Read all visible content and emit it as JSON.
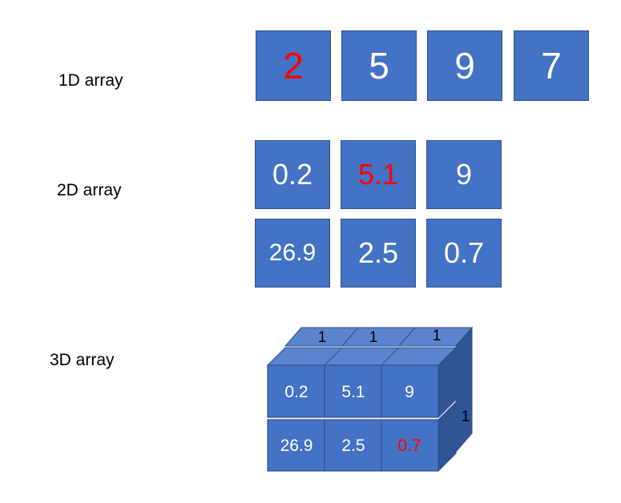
{
  "labels": {
    "one_d": "1D array",
    "two_d": "2D array",
    "three_d": "3D array"
  },
  "array_1d": {
    "values": [
      "2",
      "5",
      "9",
      "7"
    ],
    "highlight_index": 0
  },
  "array_2d": {
    "rows": [
      [
        "0.2",
        "5.1",
        "9"
      ],
      [
        "26.9",
        "2.5",
        "0.7"
      ]
    ],
    "highlight": [
      0,
      1
    ]
  },
  "array_3d": {
    "front_rows": [
      [
        "0.2",
        "5.1",
        "9"
      ],
      [
        "26.9",
        "2.5",
        "0.7"
      ]
    ],
    "highlight": [
      1,
      2
    ],
    "top_values": [
      "1",
      "1",
      "1"
    ],
    "side_value": "1"
  },
  "colors": {
    "cell_fill": "#4472c4",
    "cell_border": "#2f528f",
    "top_fill": "#5b84cf",
    "side_fill": "#2f5597",
    "value_text": "#ffffff",
    "highlight_text": "#ff0000",
    "label_text": "#000000"
  }
}
